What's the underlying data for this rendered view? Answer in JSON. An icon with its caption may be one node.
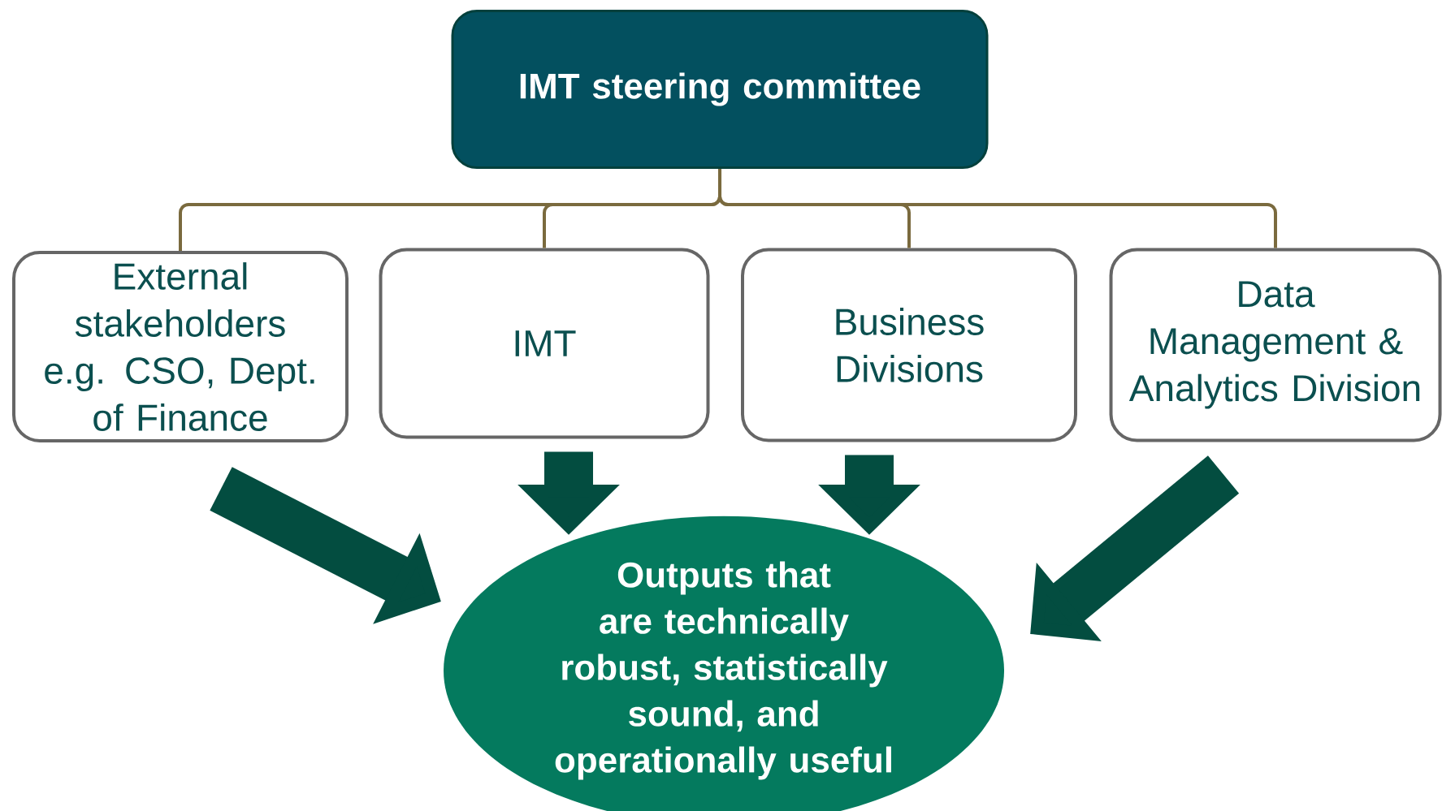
{
  "diagram": {
    "nodes": [
      {
        "text": [
          "IMT steering committee"
        ]
      },
      {
        "text": [
          "External stakeholders e.g. CSO, Dept. of Finance"
        ]
      },
      {
        "text": [
          "IMT"
        ]
      },
      {
        "text": [
          "Business Divisions"
        ]
      },
      {
        "text": [
          "Data Management & Analytics Division"
        ]
      },
      {
        "text": [
          "Outputs that are technically robust, statistically sound, and operationally useful"
        ]
      }
    ],
    "edges": [
      {
        "from": 0,
        "to": 1,
        "arrow": "none",
        "color": "#7a6a3e"
      },
      {
        "from": 0,
        "to": 2,
        "arrow": "none",
        "color": "#7a6a3e"
      },
      {
        "from": 0,
        "to": 3,
        "arrow": "none",
        "color": "#7a6a3e"
      },
      {
        "from": 0,
        "to": 4,
        "arrow": "none",
        "color": "#7a6a3e"
      },
      {
        "from": 1,
        "to": 5,
        "arrow": "to",
        "style": "thick",
        "color": "#034d40"
      },
      {
        "from": 2,
        "to": 5,
        "arrow": "to",
        "style": "thick",
        "color": "#034d40"
      },
      {
        "from": 3,
        "to": 5,
        "arrow": "to",
        "style": "thick",
        "color": "#034d40"
      },
      {
        "from": 4,
        "to": 5,
        "arrow": "to",
        "style": "thick",
        "color": "#034d40"
      }
    ]
  }
}
